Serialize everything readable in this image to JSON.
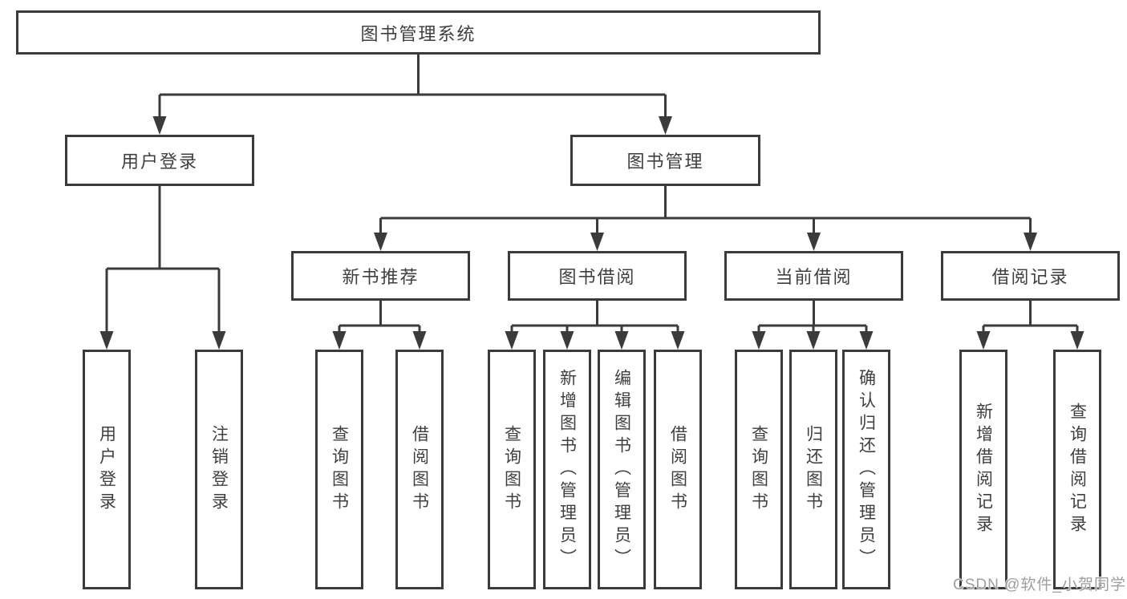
{
  "diagram_type": "functional-structure-tree",
  "colors": {
    "line": "#3b3b3b",
    "text": "#3f3f3f",
    "background": "#ffffff",
    "watermark_text_color": "#9e9e9e"
  },
  "tree": {
    "label": "图书管理系统",
    "children": [
      {
        "label": "用户登录",
        "children": [
          {
            "label": "用户登录"
          },
          {
            "label": "注销登录"
          }
        ]
      },
      {
        "label": "图书管理",
        "children": [
          {
            "label": "新书推荐",
            "children": [
              {
                "label": "查询图书"
              },
              {
                "label": "借阅图书"
              }
            ]
          },
          {
            "label": "图书借阅",
            "children": [
              {
                "label": "查询图书"
              },
              {
                "label": "新增图书（管理员）"
              },
              {
                "label": "编辑图书（管理员）"
              },
              {
                "label": "借阅图书"
              }
            ]
          },
          {
            "label": "当前借阅",
            "children": [
              {
                "label": "查询图书"
              },
              {
                "label": "归还图书"
              },
              {
                "label": "确认归还（管理员）"
              }
            ]
          },
          {
            "label": "借阅记录",
            "children": [
              {
                "label": "新增借阅记录"
              },
              {
                "label": "查询借阅记录"
              }
            ]
          }
        ]
      }
    ]
  },
  "watermark": "CSDN @软件_小贺同学"
}
